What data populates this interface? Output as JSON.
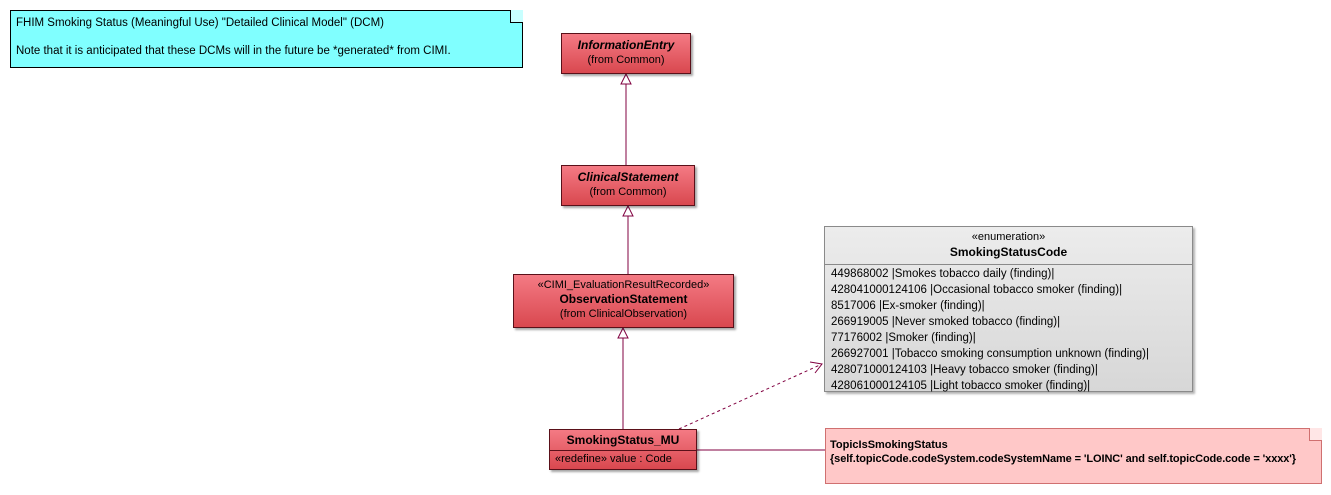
{
  "note_top": {
    "line1": "FHIM Smoking Status (Meaningful Use) \"Detailed Clinical Model\" (DCM)",
    "line2": "Note that it is anticipated that these DCMs will in the future be *generated* from CIMI."
  },
  "classes": {
    "information_entry": {
      "name": "InformationEntry",
      "from": "(from Common)"
    },
    "clinical_statement": {
      "name": "ClinicalStatement",
      "from": "(from Common)"
    },
    "observation_statement": {
      "stereotype": "«CIMI_EvaluationResultRecorded»",
      "name": "ObservationStatement",
      "from": "(from ClinicalObservation)"
    },
    "smoking_status_mu": {
      "name": "SmokingStatus_MU",
      "attribute": "«redefine» value : Code"
    }
  },
  "enumeration": {
    "stereotype": "«enumeration»",
    "name": "SmokingStatusCode",
    "literals": [
      "449868002 |Smokes tobacco daily (finding)|",
      "428041000124106 |Occasional tobacco smoker (finding)|",
      "8517006 |Ex-smoker (finding)|",
      "266919005 |Never smoked tobacco (finding)|",
      "77176002 |Smoker (finding)|",
      "266927001 |Tobacco smoking consumption unknown (finding)|",
      "428071000124103 |Heavy tobacco smoker (finding)|",
      "428061000124105 |Light tobacco smoker (finding)|"
    ]
  },
  "constraint_note": {
    "line1": "TopicIsSmokingStatus",
    "line2": "{self.topicCode.codeSystem.codeSystemName = 'LOINC' and self.topicCode.code = 'xxxx'}"
  },
  "colors": {
    "class_fill": "#e05a63",
    "class_border": "#5a1019",
    "connector": "#800040",
    "note_cyan": "#80ffff",
    "note_pink": "#ffc8c8",
    "enum_fill": "#dddddd"
  }
}
